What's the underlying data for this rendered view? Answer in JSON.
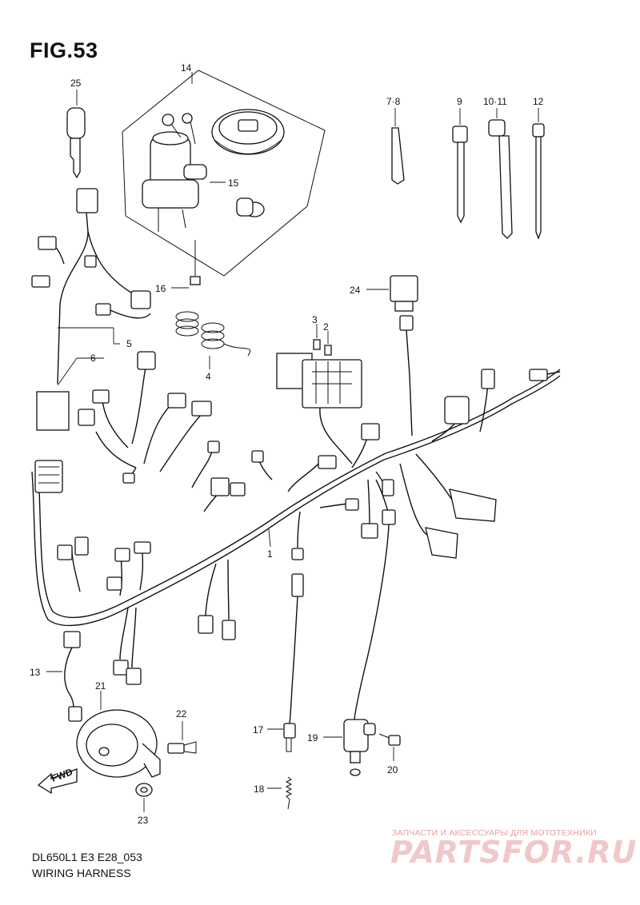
{
  "figure": {
    "title": "FIG.53",
    "model_code": "DL650L1  E3  E28_053",
    "name": "WIRING HARNESS",
    "fwd_label": "FWD"
  },
  "callouts": [
    {
      "id": "c1",
      "label": "1"
    },
    {
      "id": "c2",
      "label": "2"
    },
    {
      "id": "c3",
      "label": "3"
    },
    {
      "id": "c4",
      "label": "4"
    },
    {
      "id": "c5",
      "label": "5"
    },
    {
      "id": "c6",
      "label": "6"
    },
    {
      "id": "c78",
      "label": "7·8"
    },
    {
      "id": "c9",
      "label": "9"
    },
    {
      "id": "c1011",
      "label": "10·11"
    },
    {
      "id": "c12",
      "label": "12"
    },
    {
      "id": "c13",
      "label": "13"
    },
    {
      "id": "c14",
      "label": "14"
    },
    {
      "id": "c15",
      "label": "15"
    },
    {
      "id": "c16",
      "label": "16"
    },
    {
      "id": "c17",
      "label": "17"
    },
    {
      "id": "c18",
      "label": "18"
    },
    {
      "id": "c19",
      "label": "19"
    },
    {
      "id": "c20",
      "label": "20"
    },
    {
      "id": "c21",
      "label": "21"
    },
    {
      "id": "c22",
      "label": "22"
    },
    {
      "id": "c23",
      "label": "23"
    },
    {
      "id": "c24",
      "label": "24"
    },
    {
      "id": "c25",
      "label": "25"
    }
  ],
  "watermark": {
    "caption": "ЗАПЧАСТИ И АКСЕССУАРЫ ДЛЯ МОТОТЕХНИКИ",
    "logo": "PARTSFOR.RU"
  }
}
